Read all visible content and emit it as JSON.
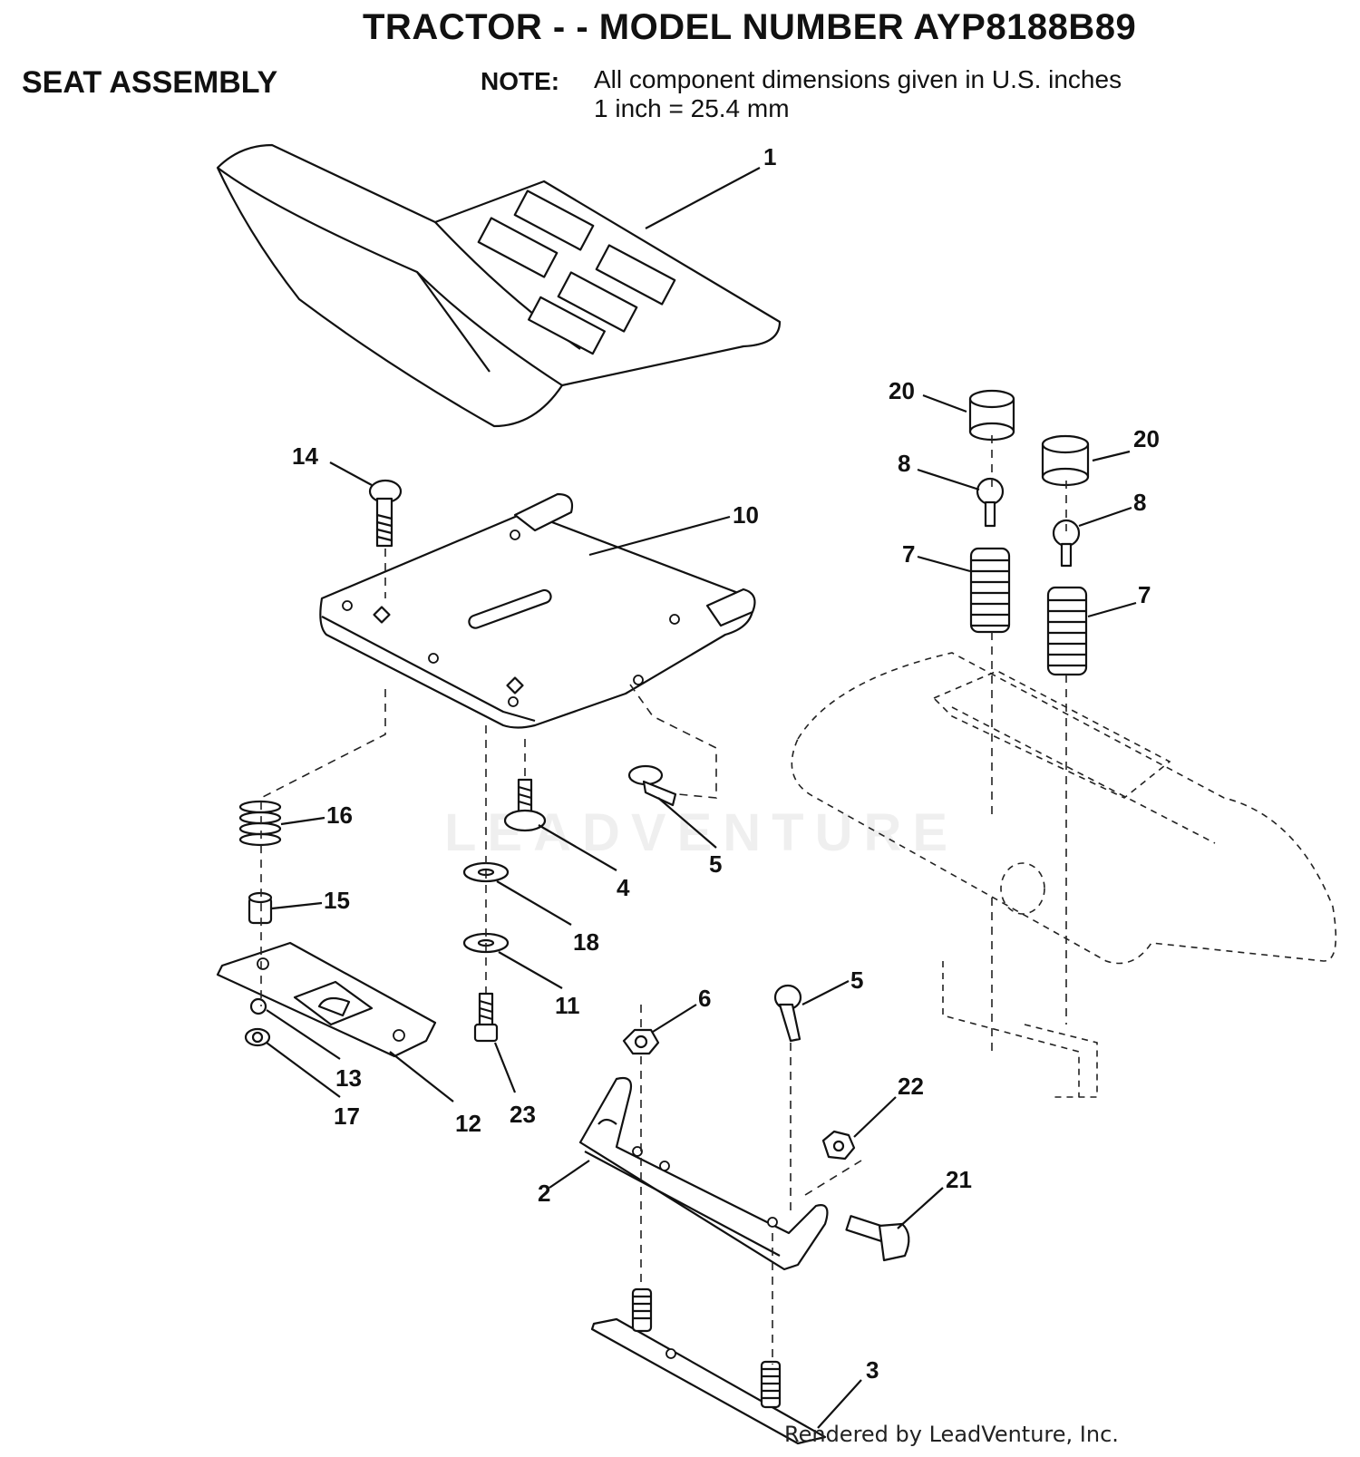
{
  "header": {
    "title": "TRACTOR - - MODEL NUMBER AYP8188B89",
    "subtitle": "SEAT ASSEMBLY",
    "note_label": "NOTE:",
    "note_line1": "All component dimensions given in U.S. inches",
    "note_line2": "1 inch = 25.4 mm"
  },
  "watermark": "LEADVENTURE",
  "footer": "Rendered by LeadVenture, Inc.",
  "callouts": [
    {
      "id": "c1",
      "label": "1"
    },
    {
      "id": "c2",
      "label": "2"
    },
    {
      "id": "c3",
      "label": "3"
    },
    {
      "id": "c4",
      "label": "4"
    },
    {
      "id": "c5a",
      "label": "5"
    },
    {
      "id": "c5b",
      "label": "5"
    },
    {
      "id": "c6",
      "label": "6"
    },
    {
      "id": "c7a",
      "label": "7"
    },
    {
      "id": "c7b",
      "label": "7"
    },
    {
      "id": "c8a",
      "label": "8"
    },
    {
      "id": "c8b",
      "label": "8"
    },
    {
      "id": "c10",
      "label": "10"
    },
    {
      "id": "c11",
      "label": "11"
    },
    {
      "id": "c12",
      "label": "12"
    },
    {
      "id": "c13",
      "label": "13"
    },
    {
      "id": "c14",
      "label": "14"
    },
    {
      "id": "c15",
      "label": "15"
    },
    {
      "id": "c16",
      "label": "16"
    },
    {
      "id": "c17",
      "label": "17"
    },
    {
      "id": "c18",
      "label": "18"
    },
    {
      "id": "c20a",
      "label": "20"
    },
    {
      "id": "c20b",
      "label": "20"
    },
    {
      "id": "c21",
      "label": "21"
    },
    {
      "id": "c22",
      "label": "22"
    },
    {
      "id": "c23",
      "label": "23"
    }
  ]
}
